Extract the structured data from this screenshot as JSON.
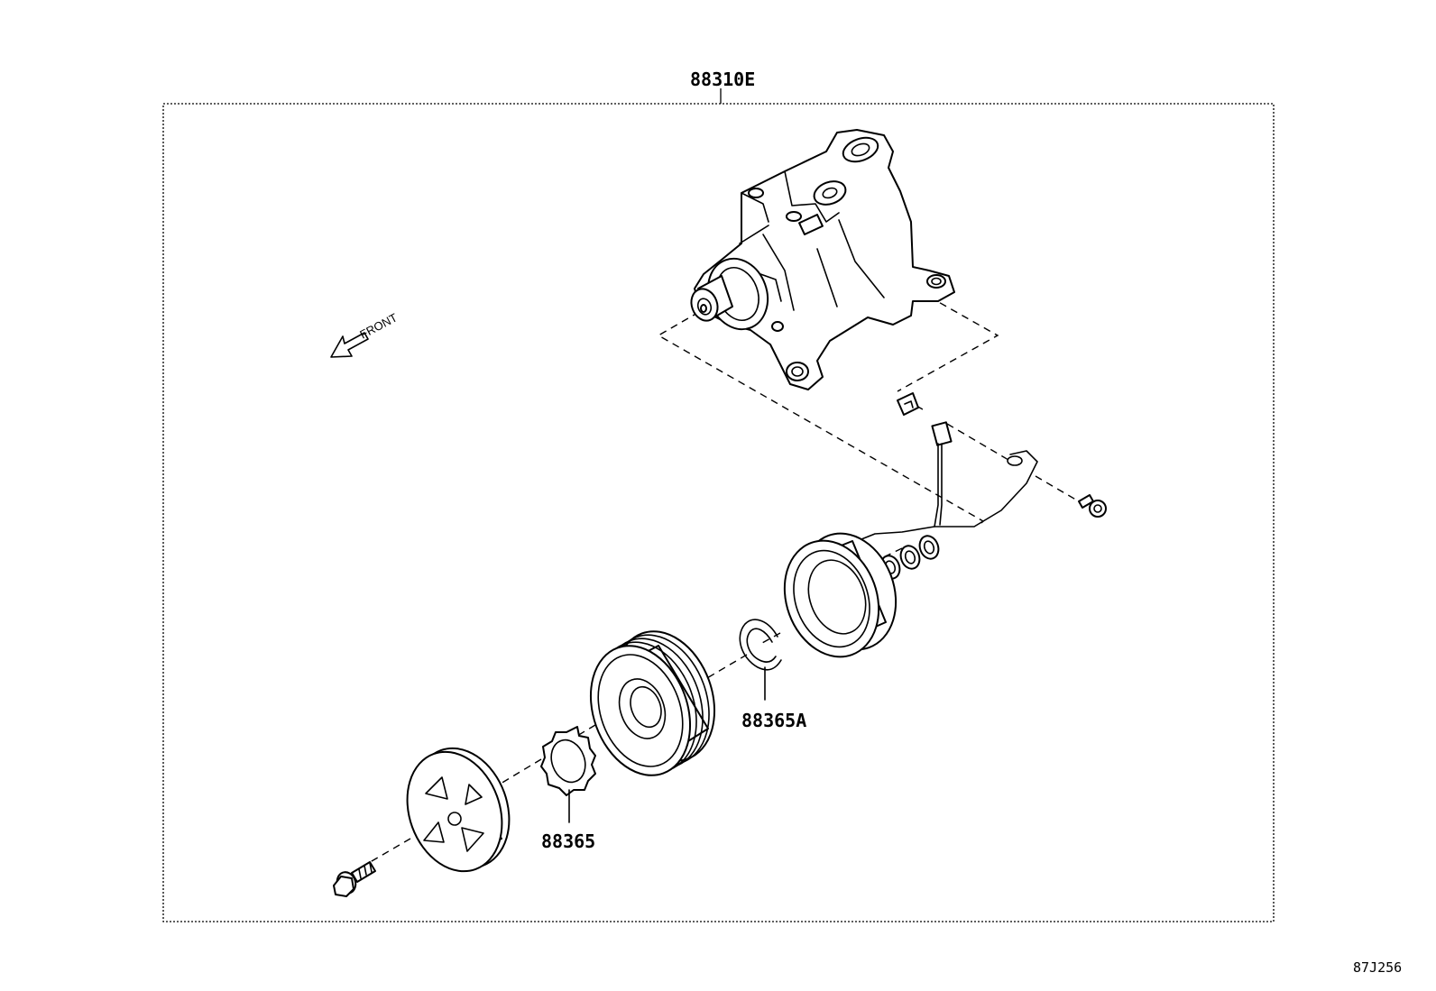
{
  "callouts": {
    "assembly": "88310E",
    "washer": "88365",
    "snap_ring": "88365A"
  },
  "front_label": "FRONT",
  "diagram_ref": "87J256"
}
